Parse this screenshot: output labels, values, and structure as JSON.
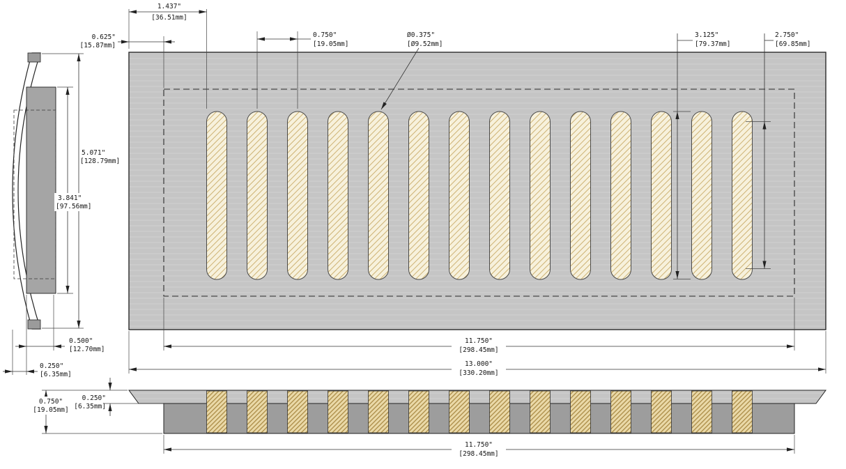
{
  "drawing": {
    "type": "dimensioned technical drawing",
    "part": "floor register vent cover",
    "slot_count": 14
  },
  "colors": {
    "plate": "#c5c5c5",
    "plate_streak": "#cbcbcb",
    "duct_gray": "#9d9d9d",
    "side_box_gray": "#a5a5a5",
    "cap_gray": "#9b9b9b",
    "slot_fill": "#f7f1dc",
    "slot_hatch": "#cdb273",
    "side_fill": "#ead9a8",
    "side_hatch": "#a5853e",
    "line": "#333333",
    "text": "#141414"
  },
  "dims": {
    "slot_offset": {
      "in": "1.437\"",
      "mm": "[36.51mm]"
    },
    "edge_margin": {
      "in": "0.625\"",
      "mm": "[15.87mm]"
    },
    "slot_pitch": {
      "in": "0.750\"",
      "mm": "[19.05mm]"
    },
    "slot_dia": {
      "in": "Ø0.375\"",
      "mm": "[Ø9.52mm]"
    },
    "slot_length": {
      "in": "3.125\"",
      "mm": "[79.37mm]"
    },
    "slot_straight": {
      "in": "2.750\"",
      "mm": "[69.85mm]"
    },
    "face_height": {
      "in": "5.071\"",
      "mm": "[128.79mm]"
    },
    "opening_height": {
      "in": "3.841\"",
      "mm": "[97.56mm]"
    },
    "drop_depth": {
      "in": "0.500\"",
      "mm": "[12.70mm]"
    },
    "lip_offset": {
      "in": "0.250\"",
      "mm": "[6.35mm]"
    },
    "opening_width": {
      "in": "11.750\"",
      "mm": "[298.45mm]"
    },
    "overall_width": {
      "in": "13.000\"",
      "mm": "[330.20mm]"
    },
    "profile_height": {
      "in": "0.750\"",
      "mm": "[19.05mm]"
    },
    "face_thickness": {
      "in": "0.250\"",
      "mm": "[6.35mm]"
    },
    "duct_width": {
      "in": "11.750\"",
      "mm": "[298.45mm]"
    }
  }
}
